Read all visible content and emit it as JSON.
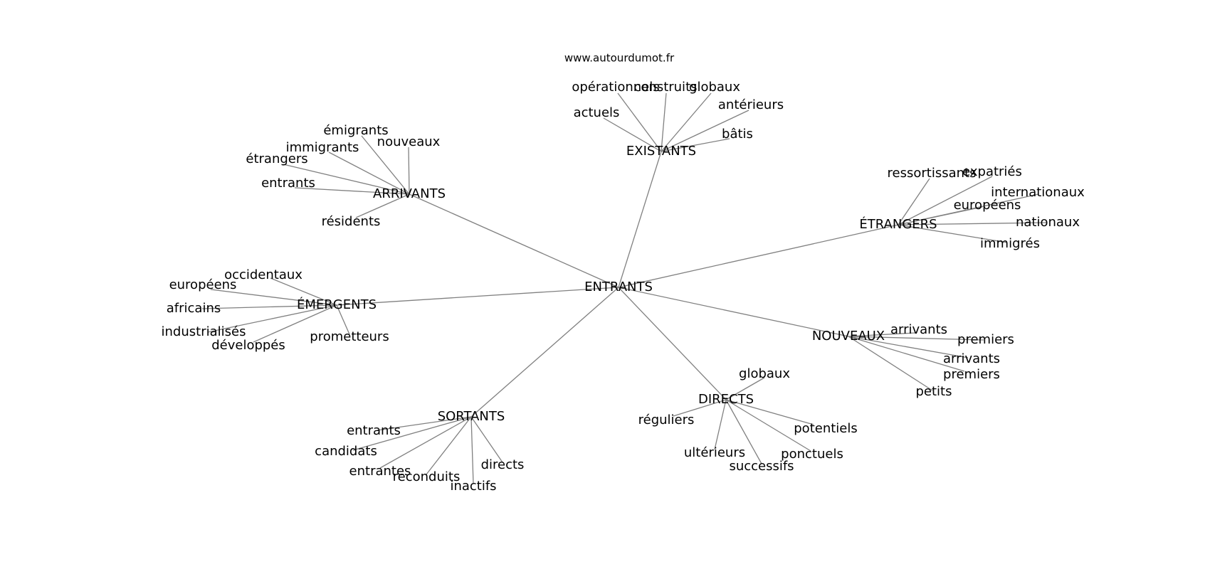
{
  "source": "www.autourdumot.fr",
  "center": "ENTRANTS",
  "groups": [
    {
      "id": "existants",
      "label": "EXISTANTS",
      "leaves": [
        "opérationnels",
        "construits",
        "globaux",
        "actuels",
        "antérieurs",
        "bâtis"
      ]
    },
    {
      "id": "arrivants",
      "label": "ARRIVANTS",
      "leaves": [
        "émigrants",
        "immigrants",
        "nouveaux",
        "étrangers",
        "entrants",
        "résidents"
      ]
    },
    {
      "id": "etrangers",
      "label": "ÉTRANGERS",
      "leaves": [
        "ressortissants",
        "expatriés",
        "internationaux",
        "européens",
        "nationaux",
        "immigrés"
      ]
    },
    {
      "id": "emergents",
      "label": "ÉMERGENTS",
      "leaves": [
        "occidentaux",
        "européens",
        "africains",
        "industrialisés",
        "développés",
        "prometteurs"
      ]
    },
    {
      "id": "nouveaux",
      "label": "NOUVEAUX",
      "leaves": [
        "arrivants",
        "premiers",
        "arrivants",
        "premiers",
        "petits"
      ]
    },
    {
      "id": "directs",
      "label": "DIRECTS",
      "leaves": [
        "globaux",
        "réguliers",
        "potentiels",
        "ultérieurs",
        "ponctuels",
        "successifs"
      ]
    },
    {
      "id": "sortants",
      "label": "SORTANTS",
      "leaves": [
        "entrants",
        "candidats",
        "entrantes",
        "reconduits",
        "inactifs",
        "directs"
      ]
    }
  ]
}
